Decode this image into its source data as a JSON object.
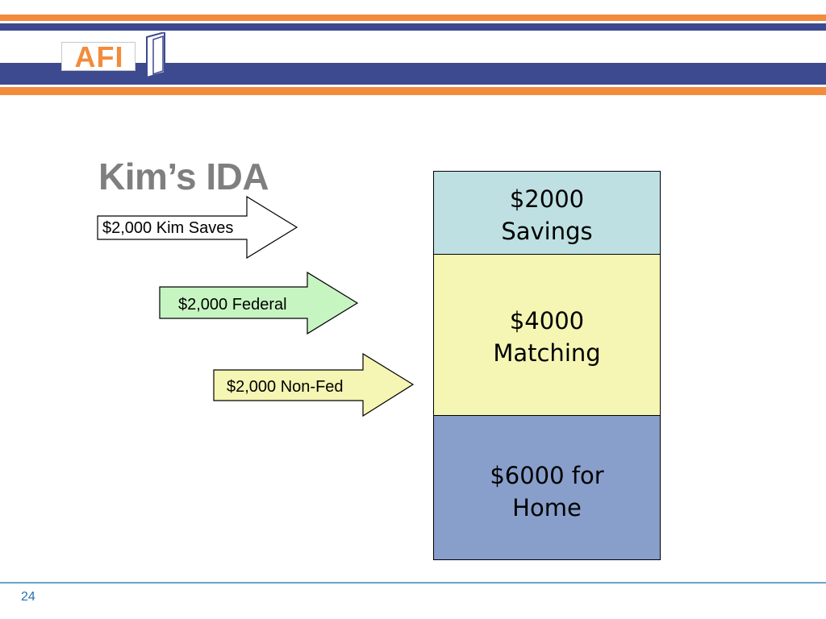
{
  "header": {
    "logo_text": "AFI",
    "colors": {
      "orange": "#f28c3c",
      "navy": "#3d4a8f"
    }
  },
  "slide": {
    "title": "Kim’s IDA",
    "page_number": "24"
  },
  "arrows": [
    {
      "label": "$2,000 Kim Saves",
      "fill": "#ffffff"
    },
    {
      "label": "$2,000 Federal",
      "fill": "#c6f5c2"
    },
    {
      "label": "$2,000 Non-Fed",
      "fill": "#f5f5b4"
    }
  ],
  "stack": {
    "segments": [
      {
        "line1": "$2000",
        "line2": "Savings",
        "color": "#bfe0e2"
      },
      {
        "line1": "$4000",
        "line2": "Matching",
        "color": "#f5f5b4"
      },
      {
        "line1": "$6000 for",
        "line2": "Home",
        "color": "#889fcb"
      }
    ]
  }
}
